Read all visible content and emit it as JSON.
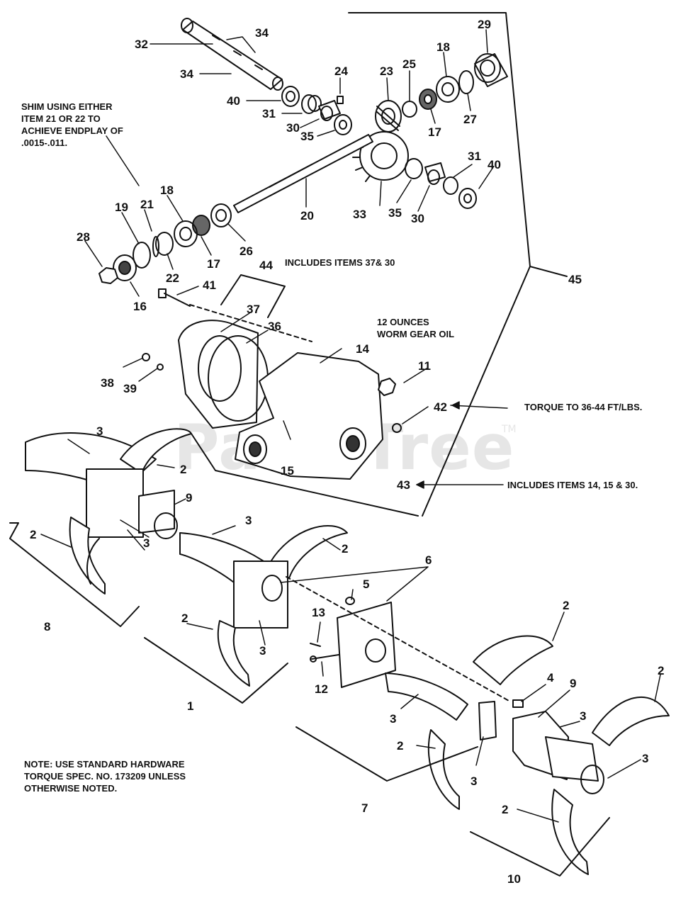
{
  "watermark": {
    "text": "PartsTree",
    "tm": "TM"
  },
  "notes": {
    "shim": "SHIM USING EITHER\nITEM 21 OR 22 TO\nACHIEVE ENDPLAY OF\n.0015-.011.",
    "includes_37_30": "INCLUDES ITEMS 37& 30",
    "oil": "12 OUNCES\nWORM GEAR OIL",
    "torque": "TORQUE TO 36-44 FT/LBS.",
    "includes_14_15_30": "INCLUDES ITEMS 14, 15 & 30.",
    "standard_hardware": "NOTE: USE STANDARD HARDWARE\nTORQUE SPEC. NO. 173209 UNLESS\nOTHERWISE NOTED."
  },
  "callouts": {
    "c32": "32",
    "c34a": "34",
    "c34b": "34",
    "c40a": "40",
    "c24": "24",
    "c31a": "31",
    "c30a": "30",
    "c35a": "35",
    "c23": "23",
    "c25": "25",
    "c18a": "18",
    "c29": "29",
    "c27": "27",
    "c17a": "17",
    "c31b": "31",
    "c40b": "40",
    "c33": "33",
    "c35b": "35",
    "c30b": "30",
    "c20": "20",
    "c21": "21",
    "c18b": "18",
    "c19": "19",
    "c28": "28",
    "c22": "22",
    "c17b": "17",
    "c26": "26",
    "c16": "16",
    "c44": "44",
    "c45": "45",
    "c41": "41",
    "c37": "37",
    "c36": "36",
    "c14": "14",
    "c11": "11",
    "c38": "38",
    "c39": "39",
    "c42": "42",
    "c15": "15",
    "c43": "43",
    "c3a": "3",
    "c2a": "2",
    "c9a": "9",
    "c2b": "2",
    "c3b": "3",
    "c8": "8",
    "c3c": "3",
    "c2c": "2",
    "c6": "6",
    "c5": "5",
    "c2d": "2",
    "c3d": "3",
    "c1": "1",
    "c13": "13",
    "c12": "12",
    "c2e": "2",
    "c4": "4",
    "c9b": "9",
    "c2f": "2",
    "c3e": "3",
    "c3f": "3",
    "c2g": "2",
    "c3g": "3",
    "c3h": "3",
    "c7": "7",
    "c2h": "2",
    "c10": "10"
  }
}
